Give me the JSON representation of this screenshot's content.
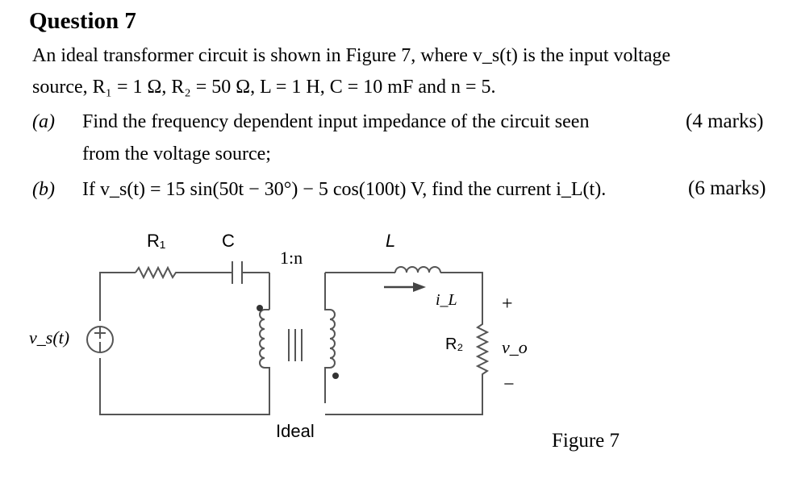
{
  "question": {
    "title": "Question 7",
    "intro_line1": "An ideal transformer circuit is shown in Figure 7, where v_s(t) is the input voltage",
    "intro_line2": "source, R₁ = 1 Ω, R₂ = 50 Ω, L = 1 H, C = 10 mF and n = 5.",
    "part_a": {
      "label": "(a)",
      "text_line1": "Find the frequency dependent input impedance of the circuit seen",
      "text_line2": "from the voltage source;",
      "marks": "(4 marks)"
    },
    "part_b": {
      "label": "(b)",
      "text": "If v_s(t) = 15 sin(50t − 30°) − 5 cos(100t) V,  find the current i_L(t).",
      "marks": "(6 marks)"
    }
  },
  "figure": {
    "caption": "Figure 7",
    "labels": {
      "r1": "R₁",
      "c": "C",
      "ratio": "1:n",
      "l": "L",
      "il": "i_L",
      "plus": "+",
      "vo": "v_o",
      "minus": "−",
      "r2": "R₂",
      "vs": "v_s(t)",
      "ideal": "Ideal"
    }
  }
}
